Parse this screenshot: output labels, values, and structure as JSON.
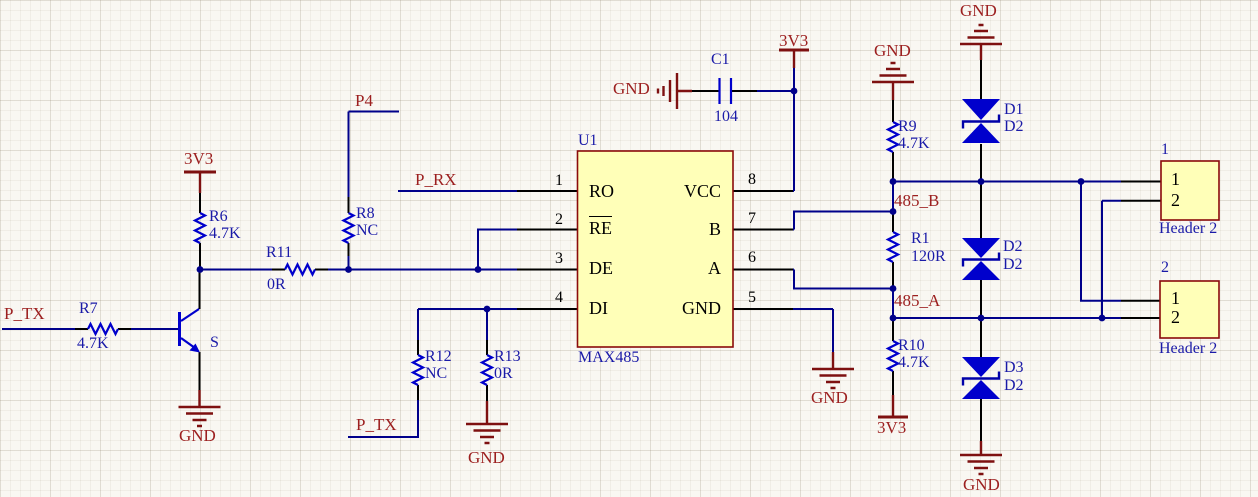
{
  "colors": {
    "wire": "#00008B",
    "component": "#0000CC",
    "power": "#7E1010",
    "net_label": "#9C1F1F",
    "designator": "#1A1AA8",
    "pin_text": "#000000",
    "part_fill": "#FFFFB8",
    "part_border": "#8A0A0A",
    "background": "#F9F7F2"
  },
  "labels": {
    "ptx_left": "P_TX",
    "v33_q1": "3V3",
    "gnd_q1": "GND",
    "p4": "P4",
    "prx": "P_RX",
    "ptx_mid": "P_TX",
    "gnd_c1": "GND",
    "v33_vcc": "3V3",
    "gnd_u1": "GND",
    "gnd_r13": "GND",
    "gnd_r9": "GND",
    "gnd_d1": "GND",
    "b485": "485_B",
    "a485": "485_A",
    "v33_r10": "3V3",
    "gnd_d3": "GND"
  },
  "parts": {
    "r7": {
      "ref": "R7",
      "val": "4.7K"
    },
    "r6": {
      "ref": "R6",
      "val": "4.7K"
    },
    "r8": {
      "ref": "R8",
      "val": "NC"
    },
    "r11": {
      "ref": "R11",
      "val": "0R"
    },
    "r12": {
      "ref": "R12",
      "val": "NC"
    },
    "r13": {
      "ref": "R13",
      "val": "0R"
    },
    "r9": {
      "ref": "R9",
      "val": "4.7K"
    },
    "r1": {
      "ref": "R1",
      "val": "120R"
    },
    "r10": {
      "ref": "R10",
      "val": "4.7K"
    },
    "c1": {
      "ref": "C1",
      "val": "104"
    },
    "q1": {
      "ref": "S"
    },
    "d1": {
      "ref": "D1",
      "val": "D2"
    },
    "d2": {
      "ref": "D2",
      "val": "D2"
    },
    "d3": {
      "ref": "D3",
      "val": "D2"
    },
    "u1": {
      "ref": "U1",
      "val": "MAX485",
      "pins": {
        "p1": {
          "num": "1",
          "name": "RO"
        },
        "p2": {
          "num": "2",
          "name": "RE"
        },
        "p3": {
          "num": "3",
          "name": "DE"
        },
        "p4": {
          "num": "4",
          "name": "DI"
        },
        "p5": {
          "num": "5",
          "name": "GND"
        },
        "p6": {
          "num": "6",
          "name": "A"
        },
        "p7": {
          "num": "7",
          "name": "B"
        },
        "p8": {
          "num": "8",
          "name": "VCC"
        }
      }
    },
    "h1": {
      "ref": "1",
      "val": "Header 2",
      "pin1": "1",
      "pin2": "2"
    },
    "h2": {
      "ref": "2",
      "val": "Header 2",
      "pin1": "1",
      "pin2": "2"
    }
  }
}
